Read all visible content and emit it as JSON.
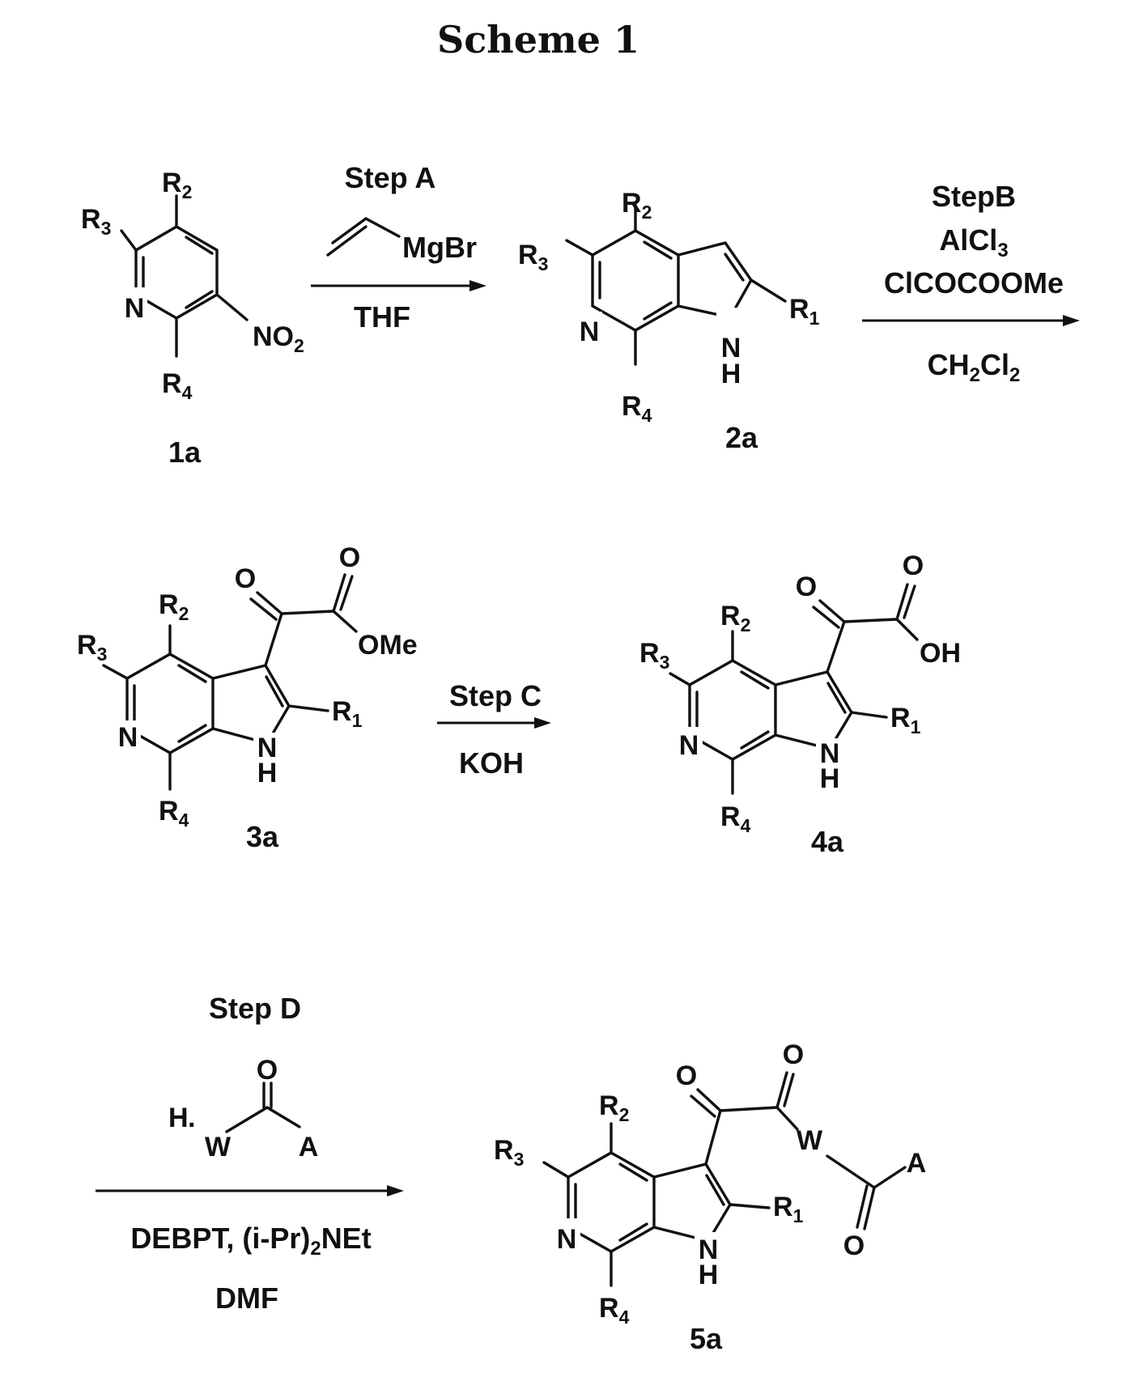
{
  "title": "Scheme 1",
  "compounds": {
    "c1a": {
      "id": "1a",
      "R2": "R2",
      "R3": "R3",
      "R4": "R4",
      "N": "N",
      "NO2": "NO2"
    },
    "c2a": {
      "id": "2a",
      "R1": "R1",
      "R2": "R2",
      "R3": "R3",
      "R4": "R4",
      "N": "N",
      "NH_N": "N",
      "NH_H": "H"
    },
    "c3a": {
      "id": "3a",
      "R1": "R1",
      "R2": "R2",
      "R3": "R3",
      "R4": "R4",
      "N": "N",
      "NH_N": "N",
      "NH_H": "H",
      "O1": "O",
      "O2": "O",
      "OMe": "OMe"
    },
    "c4a": {
      "id": "4a",
      "R1": "R1",
      "R2": "R2",
      "R3": "R3",
      "R4": "R4",
      "N": "N",
      "NH_N": "N",
      "NH_H": "H",
      "O1": "O",
      "O2": "O",
      "OH": "OH"
    },
    "c5a": {
      "id": "5a",
      "R1": "R1",
      "R2": "R2",
      "R3": "R3",
      "R4": "R4",
      "N": "N",
      "NH_N": "N",
      "NH_H": "H",
      "O1": "O",
      "O2": "O",
      "O3": "O",
      "W": "W",
      "A": "A"
    }
  },
  "steps": {
    "A": {
      "label": "Step A",
      "reagent": "MgBr",
      "solvent": "THF"
    },
    "B": {
      "label": "StepB",
      "reagent1": "AlCl3",
      "reagent2": "ClCOCOOMe",
      "solvent": "CH2Cl2"
    },
    "C": {
      "label": "Step C",
      "reagent": "KOH"
    },
    "D": {
      "label": "Step D",
      "reagent_H": "H",
      "reagent_W": "W",
      "reagent_O": "O",
      "reagent_A": "A",
      "coupling": "DEBPT, (i-Pr)2NEt",
      "solvent": "DMF"
    }
  }
}
